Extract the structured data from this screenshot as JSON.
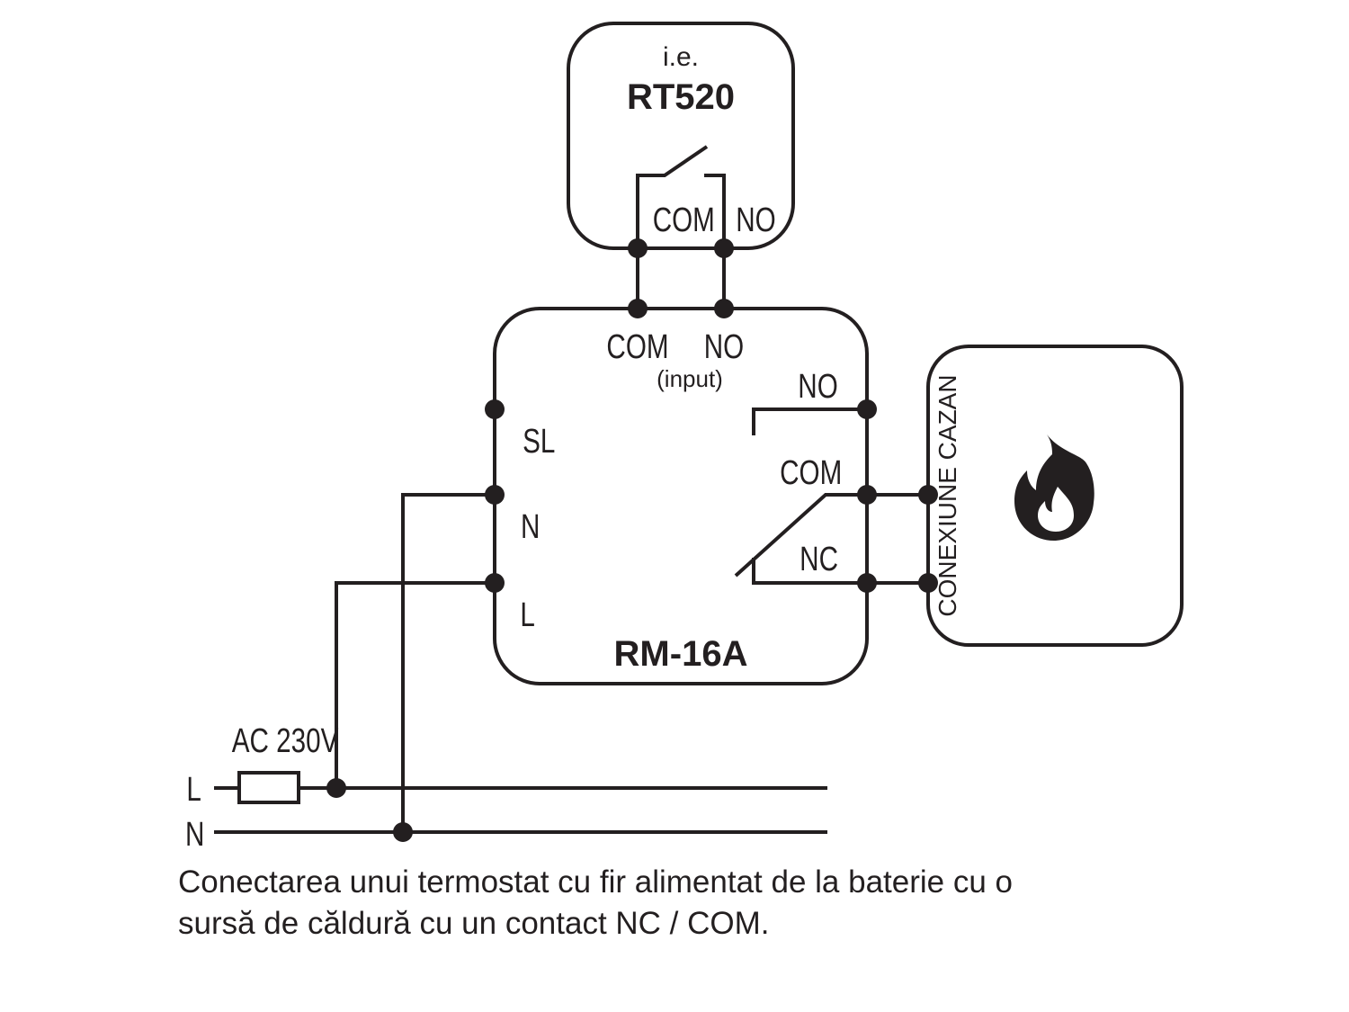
{
  "thermostat": {
    "prefix": "i.e.",
    "model": "RT520",
    "com": "COM",
    "no": "NO"
  },
  "module": {
    "model": "RM-16A",
    "input_com": "COM",
    "input_no": "NO",
    "input_note": "(input)",
    "out_no": "NO",
    "out_com": "COM",
    "out_nc": "NC",
    "sl": "SL",
    "n": "N",
    "l": "L"
  },
  "boiler": {
    "label": "CONEXIUNE CAZAN",
    "icon": "flame-icon"
  },
  "supply": {
    "label": "AC 230V",
    "line_l": "L",
    "line_n": "N"
  },
  "caption": {
    "line1": "Conectarea unui termostat cu fir alimentat de la baterie cu o",
    "line2": "sursă de căldură cu un contact NC / COM."
  },
  "colors": {
    "ink": "#231f20",
    "background": "#ffffff"
  }
}
